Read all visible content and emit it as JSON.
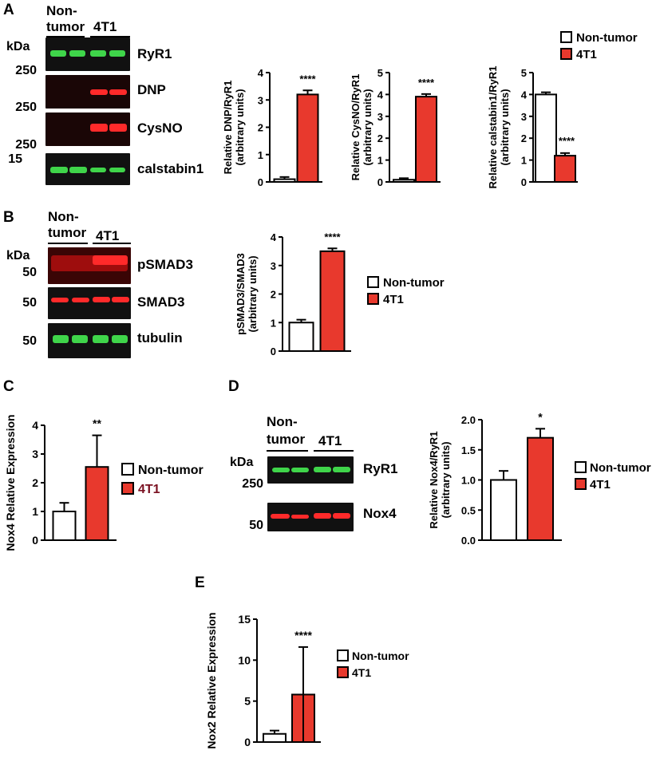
{
  "panels": {
    "A": {
      "letter": "A"
    },
    "B": {
      "letter": "B"
    },
    "C": {
      "letter": "C"
    },
    "D": {
      "letter": "D"
    },
    "E": {
      "letter": "E"
    }
  },
  "blots": {
    "A": {
      "group_nontumor": "Non-\ntumor",
      "group_4t1": "4T1",
      "kda": "kDa",
      "rows": [
        {
          "label": "RyR1",
          "mw": "250",
          "color": "green"
        },
        {
          "label": "DNP",
          "mw": "250",
          "color": "red"
        },
        {
          "label": "CysNO",
          "mw": "250",
          "color": "red"
        },
        {
          "label": "calstabin1",
          "mw": "15",
          "color": "green"
        }
      ]
    },
    "B": {
      "group_nontumor": "Non-\ntumor",
      "group_4t1": "4T1",
      "kda": "kDa",
      "rows": [
        {
          "label": "pSMAD3",
          "mw": "50",
          "color": "red"
        },
        {
          "label": "SMAD3",
          "mw": "50",
          "color": "red"
        },
        {
          "label": "tubulin",
          "mw": "50",
          "color": "green"
        }
      ]
    },
    "D": {
      "group_nontumor": "Non-\ntumor",
      "group_4t1": "4T1",
      "kda": "kDa",
      "rows": [
        {
          "label": "RyR1",
          "mw": "250",
          "color": "green"
        },
        {
          "label": "Nox4",
          "mw": "50",
          "color": "red"
        }
      ]
    }
  },
  "legend": {
    "nontumor": "Non-tumor",
    "t4t1": "4T1"
  },
  "colors": {
    "nontumor": "#ffffff",
    "t4t1": "#e8392d",
    "band_green": "#3fd54a",
    "band_red": "#ff2a2a"
  },
  "chart_data": [
    {
      "id": "A1",
      "type": "bar",
      "categories": [
        "Non-tumor",
        "4T1"
      ],
      "values": [
        0.1,
        3.2
      ],
      "errors": [
        0.08,
        0.15
      ],
      "ylabel": "Relative DNP/RyR1\n(arbitrary units)",
      "ylim": [
        0,
        4
      ],
      "yticks": [
        "0",
        "1",
        "2",
        "3",
        "4"
      ],
      "sig": "****"
    },
    {
      "id": "A2",
      "type": "bar",
      "categories": [
        "Non-tumor",
        "4T1"
      ],
      "values": [
        0.1,
        3.9
      ],
      "errors": [
        0.07,
        0.12
      ],
      "ylabel": "Relative CysNO/RyR1\n(arbitrary units)",
      "ylim": [
        0,
        5
      ],
      "yticks": [
        "0",
        "1",
        "2",
        "3",
        "4",
        "5"
      ],
      "sig": "****"
    },
    {
      "id": "A3",
      "type": "bar",
      "categories": [
        "Non-tumor",
        "4T1"
      ],
      "values": [
        4.0,
        1.2
      ],
      "errors": [
        0.1,
        0.12
      ],
      "ylabel": "Relative calstabin1/RyR1\n(arbitrary units)",
      "ylim": [
        0,
        5
      ],
      "yticks": [
        "0",
        "1",
        "2",
        "3",
        "4",
        "5"
      ],
      "sig": "****"
    },
    {
      "id": "B1",
      "type": "bar",
      "categories": [
        "Non-tumor",
        "4T1"
      ],
      "values": [
        1.0,
        3.5
      ],
      "errors": [
        0.1,
        0.1
      ],
      "ylabel": "pSMAD3/SMAD3\n(arbitrary units)",
      "ylim": [
        0,
        4
      ],
      "yticks": [
        "0",
        "1",
        "2",
        "3",
        "4"
      ],
      "sig": "****"
    },
    {
      "id": "C1",
      "type": "bar",
      "categories": [
        "Non-tumor",
        "4T1"
      ],
      "values": [
        1.0,
        2.55
      ],
      "errors": [
        0.3,
        1.1
      ],
      "ylabel": "Nox4 Relative Expression",
      "ylim": [
        0,
        4
      ],
      "yticks": [
        "0",
        "1",
        "2",
        "3",
        "4"
      ],
      "sig": "**"
    },
    {
      "id": "D1",
      "type": "bar",
      "categories": [
        "Non-tumor",
        "4T1"
      ],
      "values": [
        1.0,
        1.7
      ],
      "errors": [
        0.15,
        0.15
      ],
      "ylabel": "Relative Nox4/RyR1\n(arbitrary units)",
      "ylim": [
        0,
        2.0
      ],
      "yticks": [
        "0.0",
        "0.5",
        "1.0",
        "1.5",
        "2.0"
      ],
      "sig": "*"
    },
    {
      "id": "E1",
      "type": "bar",
      "categories": [
        "Non-tumor",
        "4T1"
      ],
      "values": [
        1.0,
        5.8
      ],
      "errors": [
        0.4,
        5.8
      ],
      "ylabel": "Nox2 Relative Expression",
      "ylim": [
        0,
        15
      ],
      "yticks": [
        "0",
        "5",
        "10",
        "15"
      ],
      "sig": "****"
    }
  ]
}
